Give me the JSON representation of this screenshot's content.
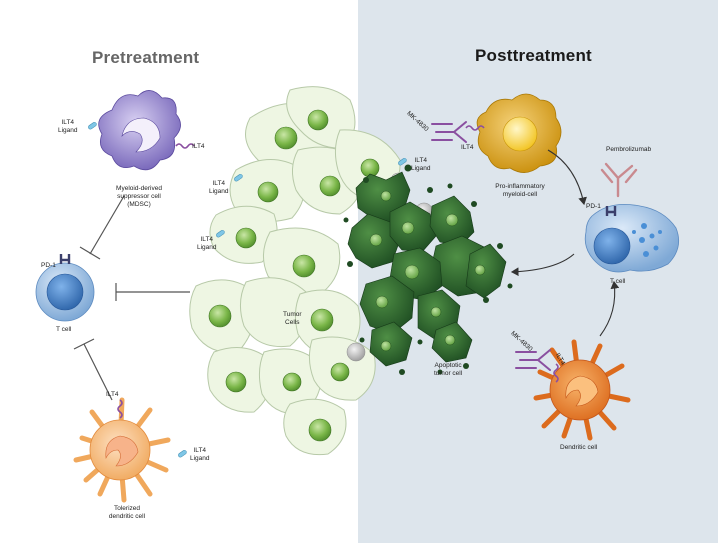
{
  "pretreatment": {
    "heading": "Pretreatment",
    "mdsc_label": [
      "Myeloid-derived",
      "suppressor cell",
      "(MDSC)"
    ],
    "mdsc_ilt4_ligand": [
      "ILT4",
      "Ligand"
    ],
    "mdsc_ilt4": "ILT4",
    "tcell_pd1": "PD-1",
    "tcell_label": "T cell",
    "tdc_ilt4": "ILT4",
    "tdc_ligand": [
      "ILT4",
      "Ligand"
    ],
    "tdc_label": [
      "Tolerized",
      "dendritic cell"
    ]
  },
  "tumor": {
    "tumor_ligand_1": [
      "ILT4",
      "Ligand"
    ],
    "tumor_ligand_2": [
      "ILT4",
      "Ligand"
    ],
    "tumor_ligand_3": [
      "ILT4",
      "Ligand"
    ],
    "tumor_cells_label": [
      "Tumor",
      "Cells"
    ],
    "apoptotic_label": [
      "Apoptotic",
      "tumor cell"
    ]
  },
  "posttreatment": {
    "heading": "Posttreatment",
    "drug_1": "MK-4830",
    "drug_1_target": "ILT4",
    "myeloid_label": [
      "Pro-inflammatory",
      "myeloid-cell"
    ],
    "pembrolizumab": "Pembrolizumab",
    "tcell_pd1": "PD-1",
    "tcell_label": "T cell",
    "drug_2": "MK-4830",
    "drug_2_target": "ILT4",
    "dc_label": "Dendritic cell"
  },
  "colors": {
    "post_background": "#dde5ec",
    "tumor_cell": "#eef6e3",
    "nucleus_green": "#7ab648",
    "apoptotic": "#2f6b2f",
    "mdsc": "#8f7fc6",
    "tcell": "#3f7fc4",
    "dendritic": "#f0a85c",
    "myeloid": "#d9a514",
    "antibody": "#8a4fa0"
  }
}
